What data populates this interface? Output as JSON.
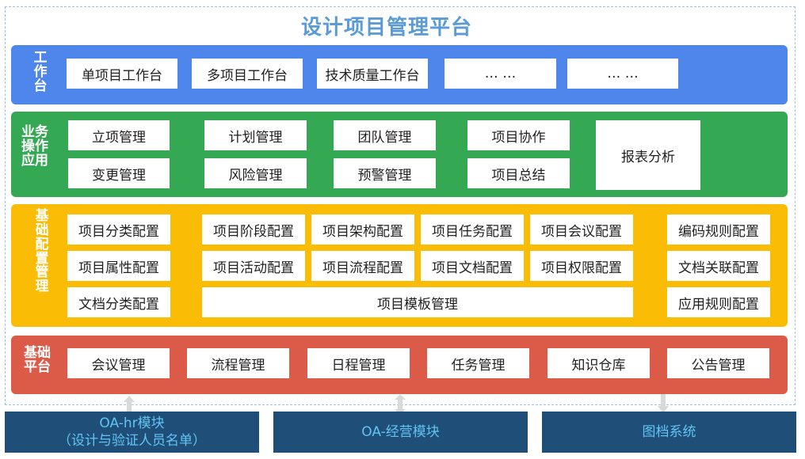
{
  "title": "设计项目管理平台",
  "layers": {
    "workbench": {
      "label": "工\n作\n台",
      "color": "#4f86ec",
      "items": [
        "单项目工作台",
        "多项目工作台",
        "技术质量工作台",
        "… …",
        "… …"
      ]
    },
    "business": {
      "label": "业务\n操作\n应用",
      "color": "#34a853",
      "items": [
        "立项管理",
        "计划管理",
        "团队管理",
        "项目协作",
        "报表分析",
        "变更管理",
        "风险管理",
        "预警管理",
        "项目总结"
      ]
    },
    "config": {
      "label": "基\n础\n配\n置\n管\n理",
      "color": "#fbbc05",
      "items": [
        "项目分类配置",
        "项目阶段配置",
        "项目架构配置",
        "项目任务配置",
        "项目会议配置",
        "编码规则配置",
        "项目属性配置",
        "项目活动配置",
        "项目流程配置",
        "项目文档配置",
        "项目权限配置",
        "文档关联配置",
        "文档分类配置",
        "项目模板管理",
        "应用规则配置"
      ]
    },
    "platform": {
      "label": "基础\n平台",
      "color": "#db5a48",
      "items": [
        "会议管理",
        "流程管理",
        "日程管理",
        "任务管理",
        "知识仓库",
        "公告管理"
      ]
    }
  },
  "external": [
    {
      "line1": "OA-hr模块",
      "line2": "（设计与验证人员名单）"
    },
    {
      "line1": "OA-经营模块",
      "line2": ""
    },
    {
      "line1": "图档系统",
      "line2": ""
    }
  ],
  "colors": {
    "title": "#5b9bd5",
    "external_bg": "#1f4e79",
    "external_text": "#62c4f0",
    "arrow": "#d9d9d9"
  }
}
